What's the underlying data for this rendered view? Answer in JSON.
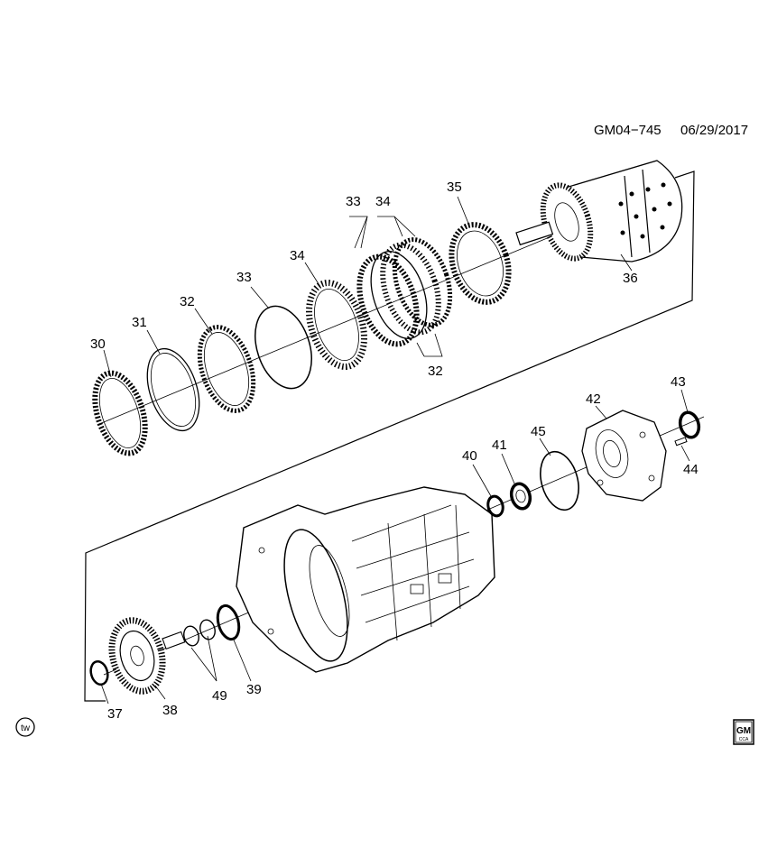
{
  "header": {
    "diagram_id": "GM04−745",
    "date": "06/29/2017"
  },
  "callouts": {
    "p30": "30",
    "p31": "31",
    "p32a": "32",
    "p33a": "33",
    "p34a": "34",
    "p33b": "33",
    "p34b": "34",
    "p35": "35",
    "p36": "36",
    "p32b": "32",
    "p40": "40",
    "p41": "41",
    "p45": "45",
    "p42": "42",
    "p43": "43",
    "p44": "44",
    "p37": "37",
    "p38": "38",
    "p49": "49",
    "p39": "39"
  },
  "badges": {
    "tw": "tw",
    "logo_main": "GM",
    "logo_sub": "CCA"
  }
}
